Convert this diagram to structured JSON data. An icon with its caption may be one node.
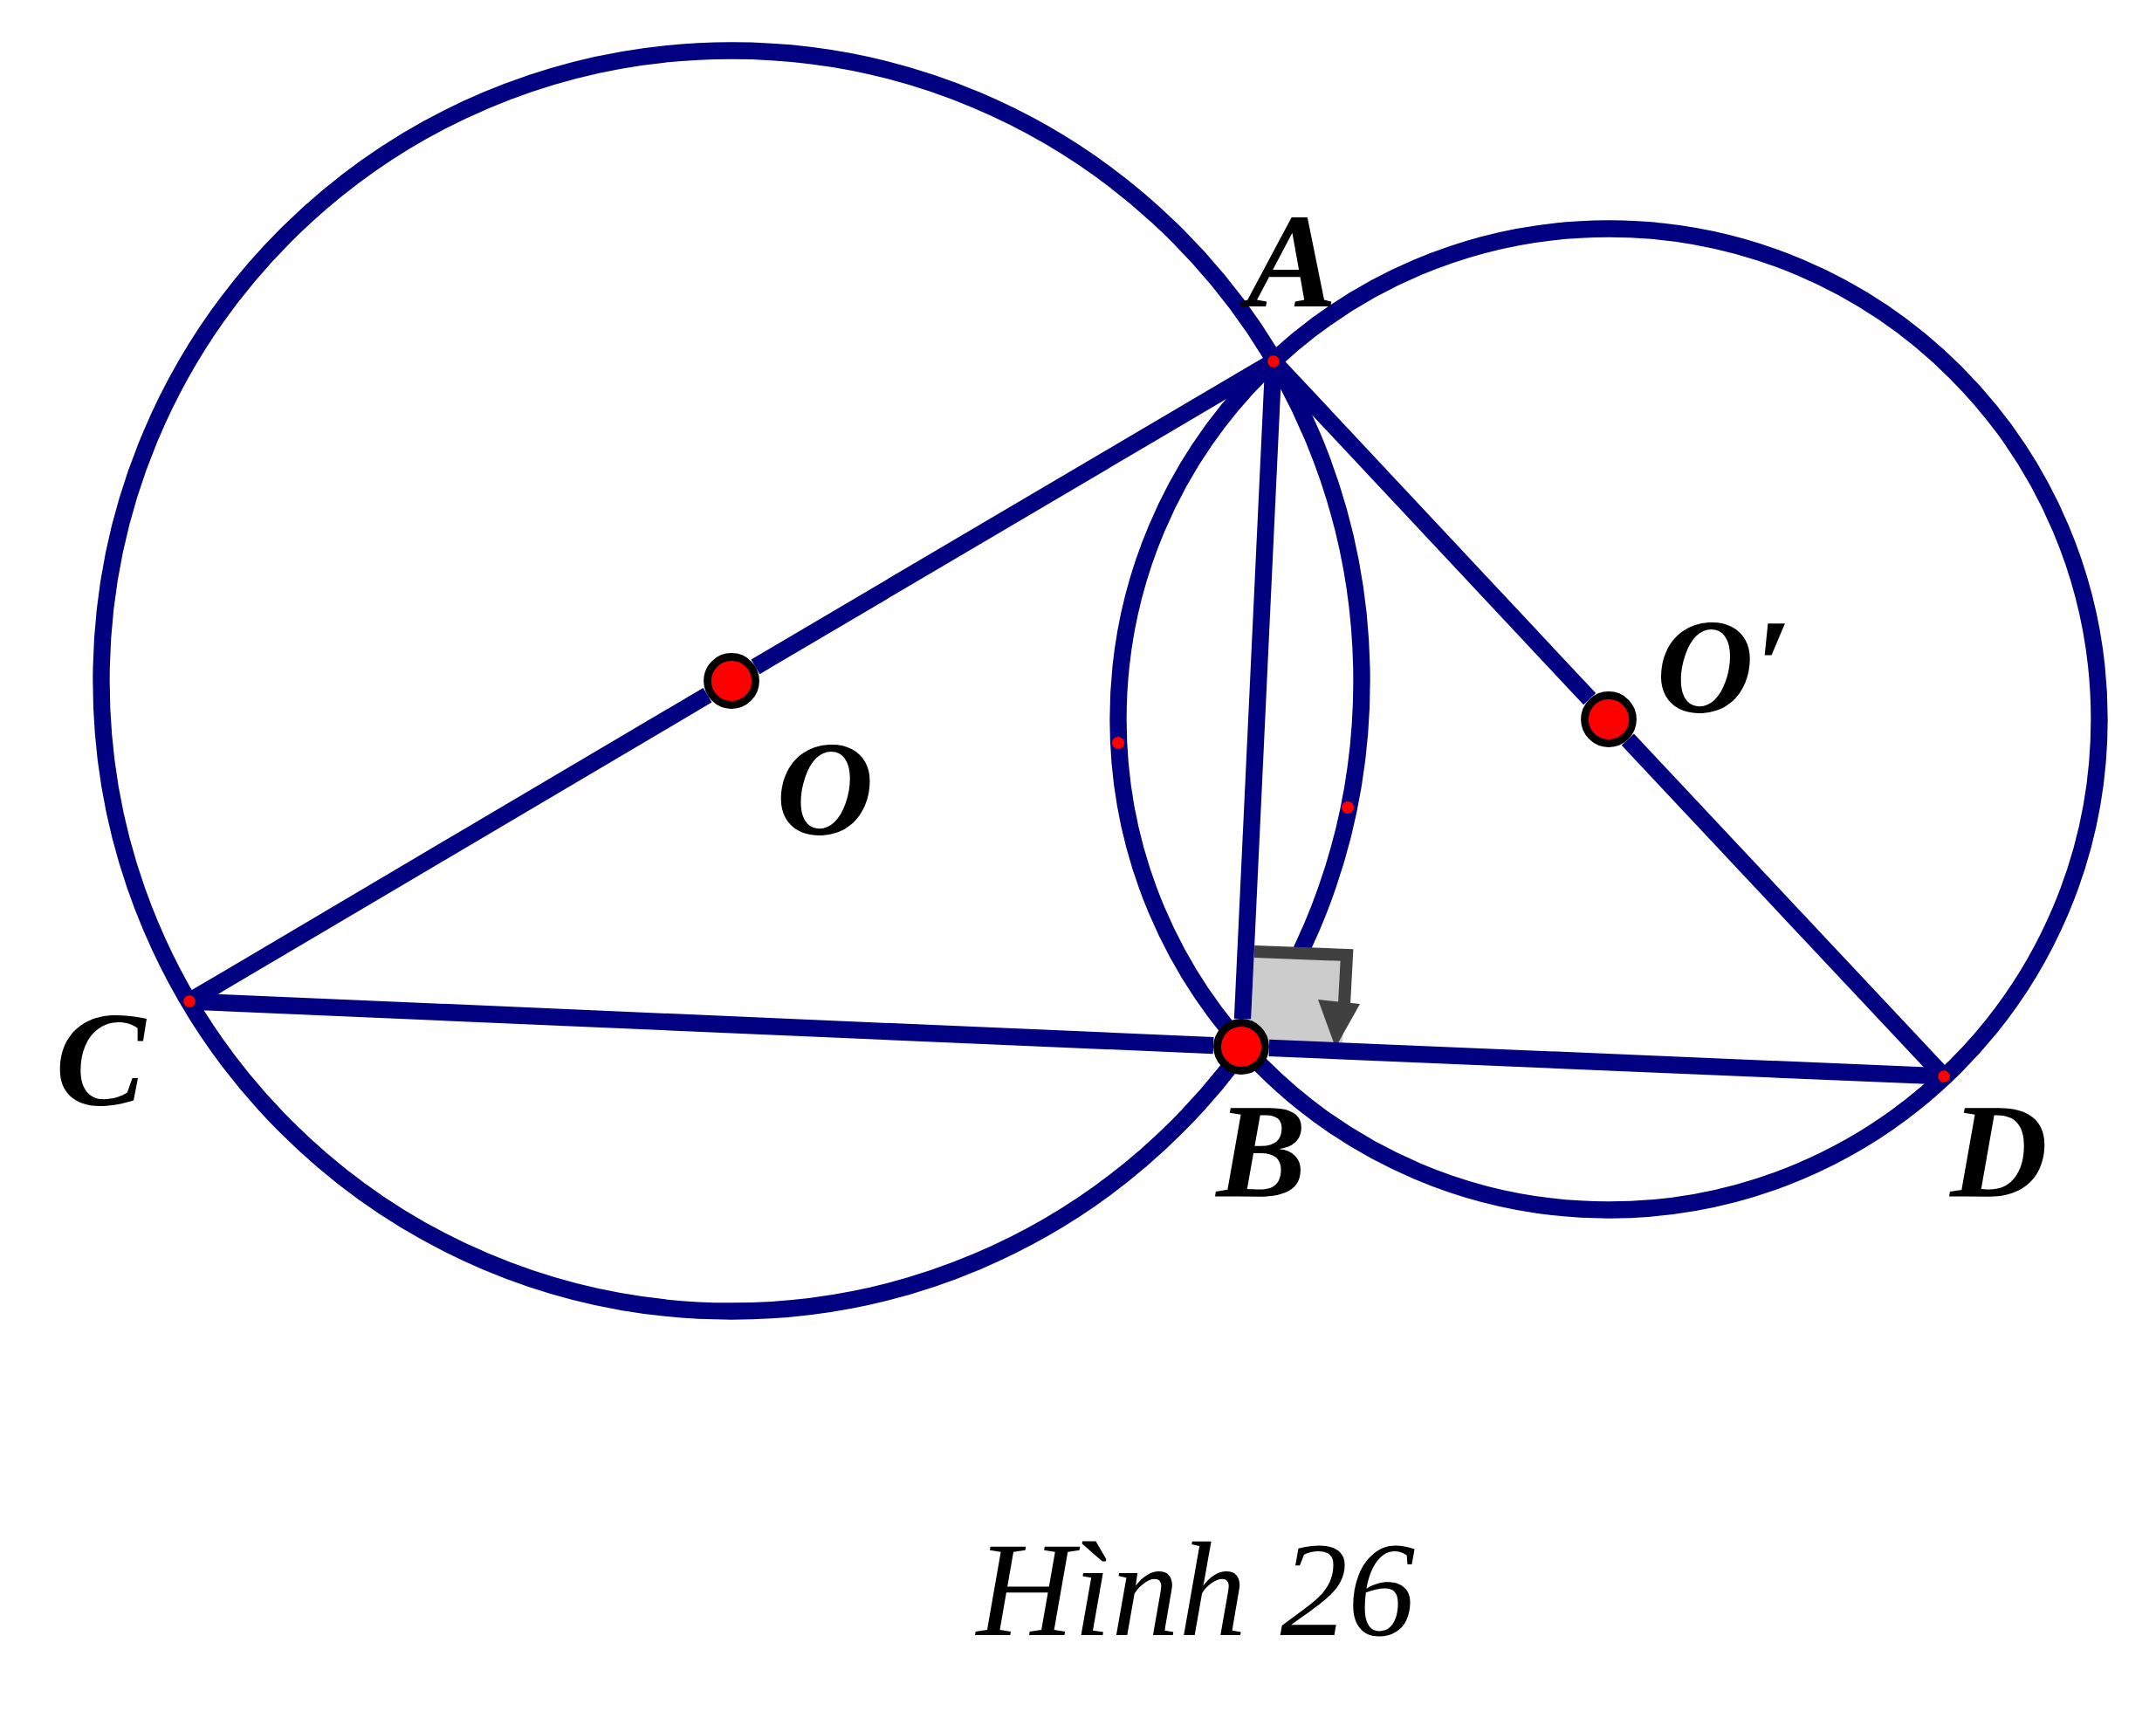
{
  "diagram": {
    "caption": "Hình 26",
    "nodes": [
      {
        "text": [
          "A"
        ]
      },
      {
        "text": [
          "O"
        ]
      },
      {
        "text": [
          "O′"
        ]
      },
      {
        "text": [
          "C"
        ]
      },
      {
        "text": [
          "B"
        ]
      },
      {
        "text": [
          "D"
        ]
      }
    ],
    "edges": [
      {
        "from": 3,
        "to": 1,
        "arrow": "none"
      },
      {
        "from": 1,
        "to": 0,
        "arrow": "none"
      },
      {
        "from": 0,
        "to": 4,
        "arrow": "none"
      },
      {
        "from": 3,
        "to": 4,
        "arrow": "none"
      },
      {
        "from": 4,
        "to": 5,
        "arrow": "none"
      },
      {
        "from": 0,
        "to": 2,
        "arrow": "none"
      },
      {
        "from": 2,
        "to": 5,
        "arrow": "none"
      }
    ]
  }
}
